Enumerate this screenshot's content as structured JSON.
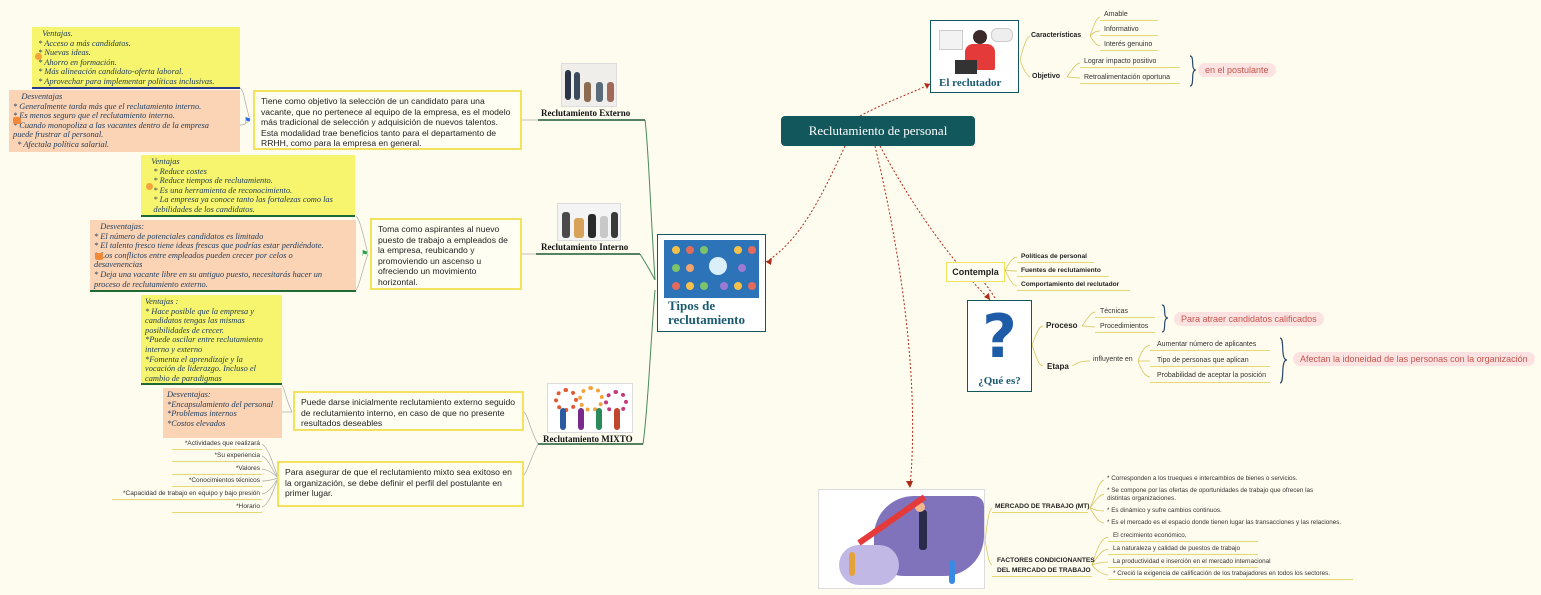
{
  "central": {
    "title": "Reclutamiento de personal"
  },
  "tipos": {
    "title_line1": "Tipos de",
    "title_line2": "reclutamiento"
  },
  "externo": {
    "title": "Reclutamiento Externo",
    "description": "Tiene como objetivo la selección de un candidato para una vacante, que no pertenece al equipo de la empresa, es el modelo más tradicional de selección y adquisición de nuevos talentos. Esta modalidad trae beneficios tanto para el departamento de RRHH, como para la empresa en general.",
    "ventajas": "   Ventajas.\n * Acceso a más candidatos.\n * Nuevas ideas.\n * Ahorro en formación.\n * Más alineación candidato-oferta laboral.\n * Aprovechar para implementar políticas inclusivas.",
    "desventajas": "    Desventajas\n* Generalmente tarda más que el reclutamiento interno.\n* Es menos seguro que el reclutamiento interno.\n* Cuando monopoliza a las vacantes dentro de la empresa\npuede frustrar al personal.\n  * Afectala política salarial."
  },
  "interno": {
    "title": "Reclutamiento Interno",
    "description": "Toma como aspirantes al nuevo puesto de trabajo a empleados de la empresa, reubicando y promoviendo un ascenso u ofreciendo un movimiento horizontal.",
    "ventajas": "   Ventajas\n    * Reduce costes\n    * Reduce tiempos de reclutamiento.\n    * Es una herramienta de reconocimiento.\n    * La empresa ya conoce tanto las fortalezas como las\n    debilidades de los candidatos.",
    "desventajas": "   Desventajas:\n* El número de potenciales candidatos es limitado\n* El talento fresco tiene ideas frescas que podrías estar perdiéndote.\n* Los conflictos entre empleados pueden crecer por celos o\ndesavenencias\n* Deja una vacante libre en su antiguo puesto, necesitarás hacer un\nproceso de reclutamiento externo."
  },
  "mixto": {
    "title": "Reclutamiento MIXTO",
    "description": "Puede darse inicialmente reclutamiento externo seguido de reclutamiento interno, en caso de que no presente resultados deseables",
    "ventajas": "Ventajas :\n* Hace posible que la empresa y\ncandidatos tengas las mismas\nposibilidades de crecer.\n*Puede oscilar entre reclutamiento\ninterno y externo\n*Fomenta el aprendizaje y la\nvocación de liderazgo. Incluso el\ncambio de paradigmas",
    "desventajas": "Desventajas:\n*Encapsulamiento del personal\n*Problemas internos\n*Costos elevados",
    "perfil_text": "Para asegurar de que el reclutamiento mixto sea exitoso en la organización, se debe definir el perfil del postulante en primer lugar.",
    "perfil_items": [
      "*Actividades que realizará",
      "*Su experiencia",
      "*Valores",
      "*Conocimientos técnicos",
      "*Capacidad de trabajo en equipo y bajo presión",
      "*Horario"
    ]
  },
  "reclutador": {
    "title": "El reclutador",
    "caracteristicas_label": "Características",
    "caracteristicas": [
      "Amable",
      "Informativo",
      "Interés genuino"
    ],
    "objetivo_label": "Objetivo",
    "objetivos": [
      "Lograr impacto positivo",
      "Retroalimentación oportuna"
    ],
    "objetivo_tag": "en el postulante"
  },
  "contempla": {
    "label": "Contempla",
    "items": [
      "Políticas de personal",
      "Fuentes de reclutamiento",
      "Comportamiento del reclutador"
    ]
  },
  "que_es": {
    "title": "¿Qué es?",
    "proceso_label": "Proceso",
    "proceso_items": [
      "Técnicas",
      "Procedimientos"
    ],
    "proceso_tag": "Para atraer candidatos calificados",
    "etapa_label": "Etapa",
    "influyente": "influyente en",
    "etapa_items": [
      "Aumentar número de aplicantes",
      "Tipo de personas que aplican",
      "Probabilidad de aceptar la posición"
    ],
    "etapa_tag": "Afectan la idoneidad de las personas con la organización"
  },
  "mercado": {
    "mt_label": "MERCADO DE TRABAJO (MT)",
    "mt_items": [
      "* Corresponden a los trueques e intercambios de bienes o servicios.",
      "* Se compone por las ofertas de oportunidades de trabajo que ofrecen las\ndistintas organizaciones.",
      "* Es dinámico y sufre cambios continuos.",
      "* Es el mercado es el espacio donde tienen lugar las transacciones y las relaciones."
    ],
    "fc_label_line1": "FACTORES CONDICIONANTES",
    "fc_label_line2": "DEL MERCADO DE TRABAJO",
    "fc_items": [
      "El crecimiento económico,",
      "La naturaleza y calidad de puestos de trabajo",
      "La productividad e inserción en el mercado internacional",
      "* Creció la exigencia de calificación de los trabajadores en todos los sectores."
    ]
  },
  "colors": {
    "central_bg": "#12575c",
    "line_green": "#2a7a3a",
    "tag_red": "#c4554d",
    "connector_red": "#b02a1a"
  }
}
